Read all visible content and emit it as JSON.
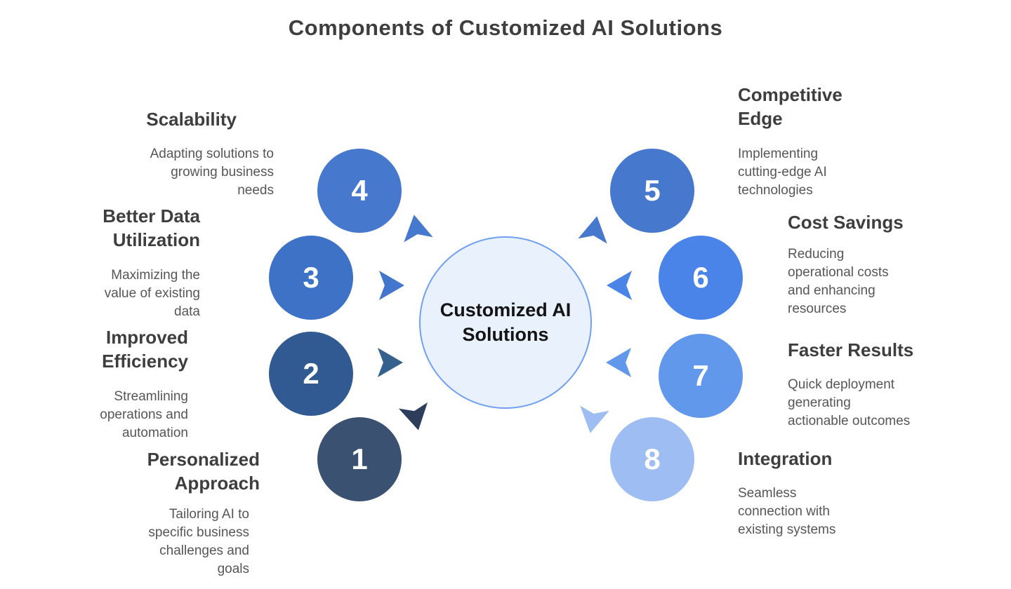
{
  "title": "Components of Customized AI Solutions",
  "center": {
    "label": "Customized AI\nSolutions",
    "fill": "#e8f1fc",
    "border": "#71a0f1"
  },
  "items": [
    {
      "number": "1",
      "title": "Personalized\nApproach",
      "description": "Tailoring AI to\nspecific business\nchallenges and\ngoals",
      "circle_color": "#3a5172",
      "arrow_color": "#2d3e5c",
      "side": "left"
    },
    {
      "number": "2",
      "title": "Improved\nEfficiency",
      "description": "Streamlining\noperations and\nautomation",
      "circle_color": "#315a92",
      "arrow_color": "#35618f",
      "side": "left"
    },
    {
      "number": "3",
      "title": "Better Data\nUtilization",
      "description": "Maximizing the\nvalue of existing\ndata",
      "circle_color": "#3d72c6",
      "arrow_color": "#4277cd",
      "side": "left"
    },
    {
      "number": "4",
      "title": "Scalability",
      "description": "Adapting solutions to\ngrowing business\nneeds",
      "circle_color": "#4678cd",
      "arrow_color": "#4678cd",
      "side": "left"
    },
    {
      "number": "5",
      "title": "Competitive\nEdge",
      "description": "Implementing\ncutting-edge AI\ntechnologies",
      "circle_color": "#4678cd",
      "arrow_color": "#4678cd",
      "side": "right"
    },
    {
      "number": "6",
      "title": "Cost Savings",
      "description": "Reducing\noperational costs\nand enhancing\nresources",
      "circle_color": "#4b84e8",
      "arrow_color": "#4b84e8",
      "side": "right"
    },
    {
      "number": "7",
      "title": "Faster Results",
      "description": "Quick deployment\ngenerating\nactionable outcomes",
      "circle_color": "#6198eb",
      "arrow_color": "#6198eb",
      "side": "right"
    },
    {
      "number": "8",
      "title": "Integration",
      "description": "Seamless\nconnection with\nexisting systems",
      "circle_color": "#9dbdf3",
      "arrow_color": "#9dbdf3",
      "side": "right"
    }
  ]
}
